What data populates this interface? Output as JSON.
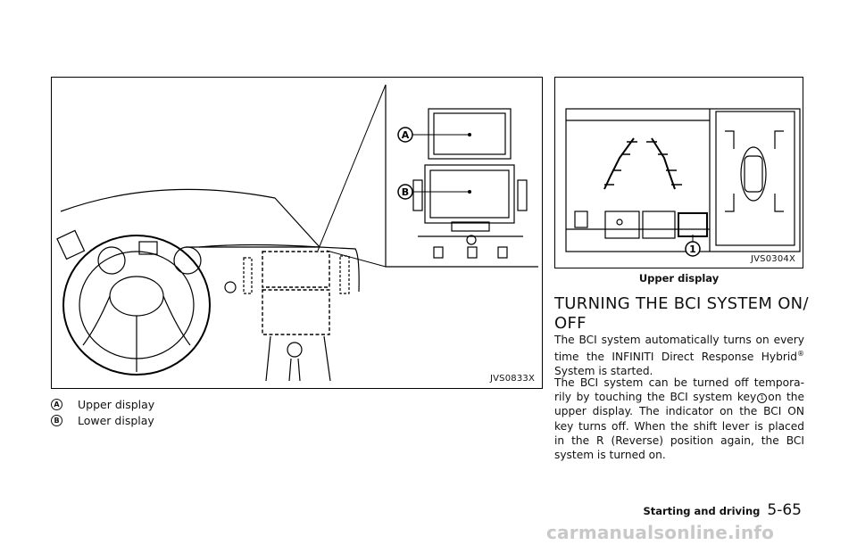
{
  "left_figure": {
    "code": "JVS0833X",
    "callouts": [
      "A",
      "B"
    ]
  },
  "legend": [
    {
      "badge": "A",
      "label": "Upper display"
    },
    {
      "badge": "B",
      "label": "Lower display"
    }
  ],
  "right_figure": {
    "code": "JVS0304X",
    "callout": "1",
    "caption": "Upper display"
  },
  "section": {
    "heading": "TURNING THE BCI SYSTEM ON/ OFF",
    "para1_text": "The BCI system automatically turns on every time the INFINITI Direct Response Hybrid",
    "para1_sup": "®",
    "para1_end": "System is started.",
    "para2_before": "The BCI system can be turned off tempora-rily by touching the BCI system key",
    "para2_key": "1",
    "para2_after": "on the upper display. The indicator on the BCI ON key turns off. When the shift lever is placed in the R (Reverse) position again, the BCI system is turned on."
  },
  "footer": {
    "section_name": "Starting and driving",
    "page_number": "5-65"
  },
  "watermark": "carmanualsonline.info"
}
